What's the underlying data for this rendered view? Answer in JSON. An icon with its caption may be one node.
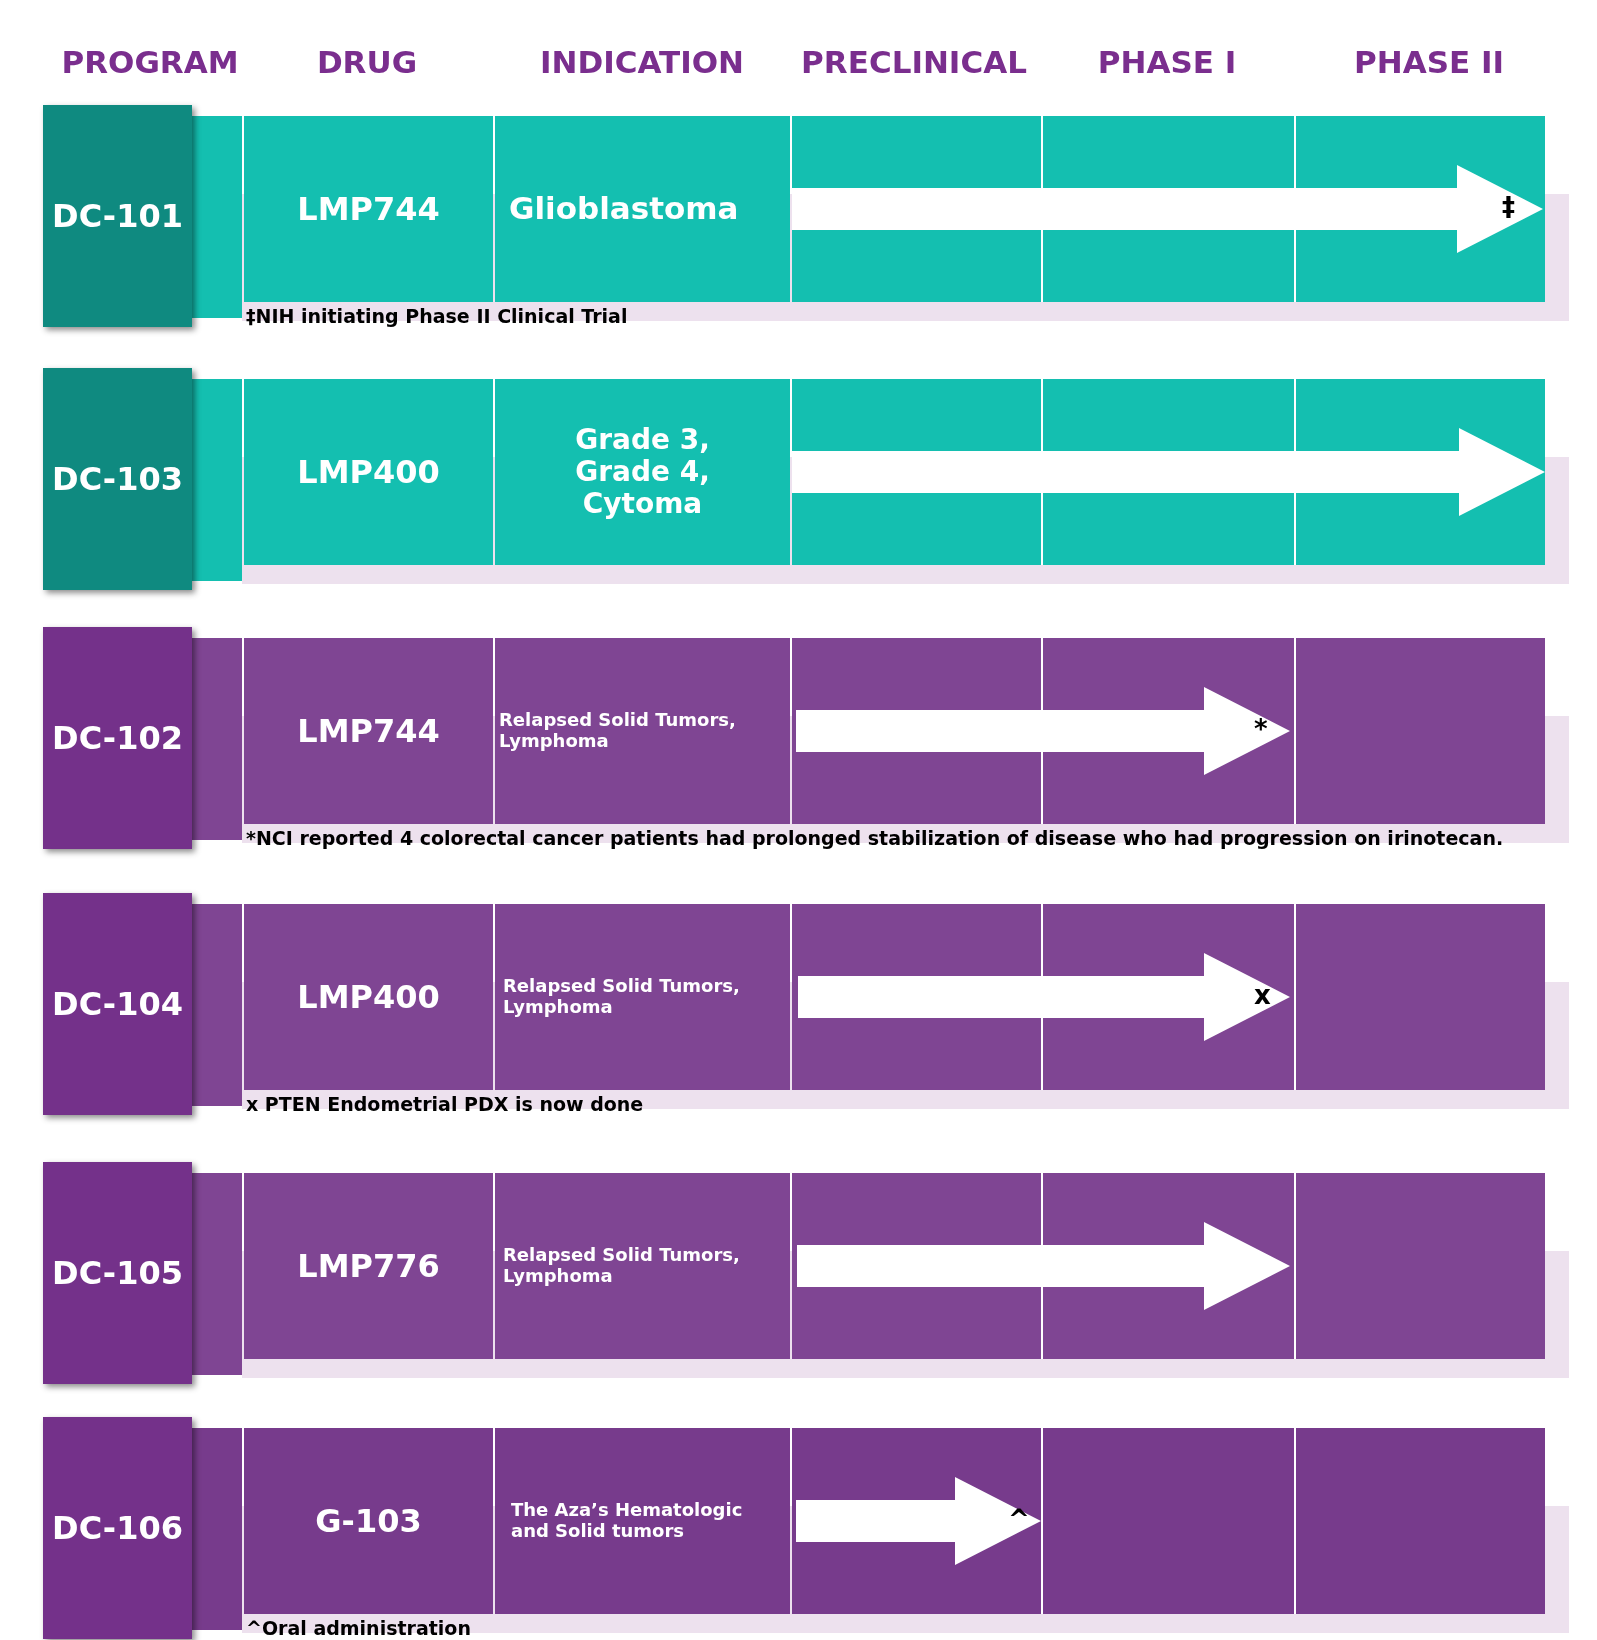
{
  "diagram": {
    "nodes": [
      {
        "text": [
          "DC-101"
        ]
      },
      {
        "text": [
          "LMP744"
        ]
      },
      {
        "text": [
          "Glioblastoma"
        ]
      },
      {
        "text": [
          "DC-103"
        ]
      },
      {
        "text": [
          "LMP400"
        ]
      },
      {
        "text": [
          "Grade 3, Grade 4, Cytoma"
        ]
      },
      {
        "text": [
          "DC-102"
        ]
      },
      {
        "text": [
          "LMP744"
        ]
      },
      {
        "text": [
          "Relapsed Solid Tumors, Lymphoma"
        ]
      },
      {
        "text": [
          "DC-104"
        ]
      },
      {
        "text": [
          "LMP400"
        ]
      },
      {
        "text": [
          "Relapsed Solid Tumors, Lymphoma"
        ]
      },
      {
        "text": [
          "DC-105"
        ]
      },
      {
        "text": [
          "LMP776"
        ]
      },
      {
        "text": [
          "Relapsed Solid Tumors, Lymphoma"
        ]
      },
      {
        "text": [
          "DC-106"
        ]
      },
      {
        "text": [
          "G-103"
        ]
      },
      {
        "text": [
          "The Aza’s Hematologic and Solid tumors"
        ]
      }
    ],
    "labels": [
      "PROGRAM",
      "DRUG",
      "INDICATION",
      "PRECLINICAL",
      "PHASE I",
      "PHASE II",
      "‡",
      "‡NIH initiating Phase II Clinical Trial",
      "*",
      "*NCI reported 4 colorectal cancer patients had prolonged stabilization of disease who had progression on irinotecan.",
      "x",
      "x PTEN Endometrial PDX is now done",
      "^",
      "^Oral administration"
    ]
  }
}
